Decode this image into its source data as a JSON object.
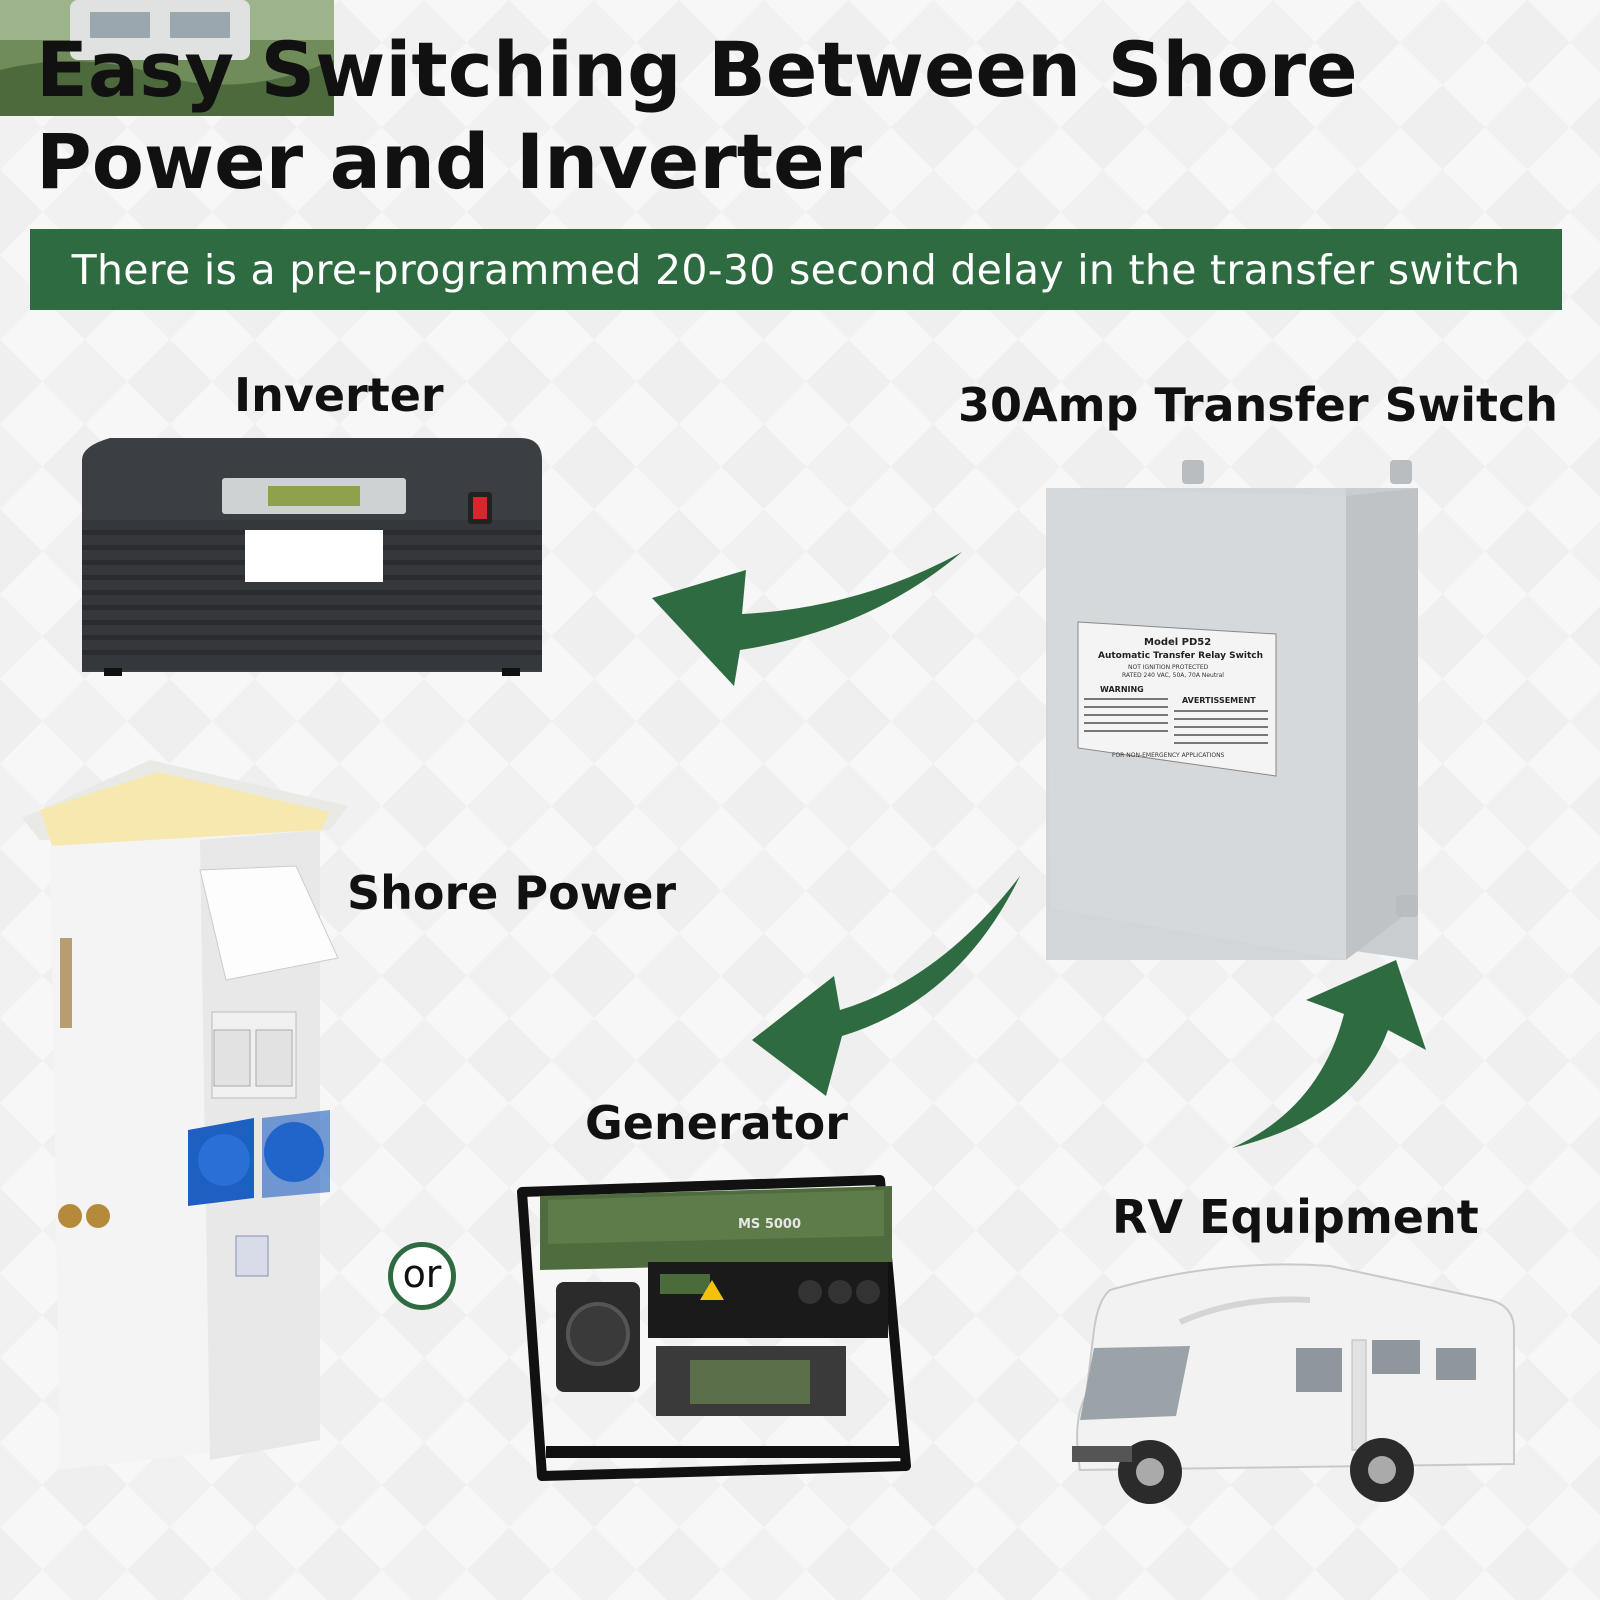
{
  "header": {
    "title": "Easy Switching Between Shore Power and Inverter",
    "banner": "There is a pre-programmed 20-30 second delay in the transfer switch"
  },
  "labels": {
    "inverter": "Inverter",
    "transfer_switch": "30Amp Transfer Switch",
    "shore_power": "Shore Power",
    "generator": "Generator",
    "rv_equipment": "RV Equipment",
    "or": "or"
  },
  "switch_label": {
    "model": "Model PD52",
    "name": "Automatic Transfer Relay Switch",
    "line1": "NOT IGNITION PROTECTED",
    "line2": "RATED 240 VAC, 50A, 70A Neutral",
    "warning": "WARNING",
    "avertissement": "AVERTISSEMENT",
    "footer": "FOR NON-EMERGENCY APPLICATIONS"
  },
  "generator_label": "MS 5000",
  "colors": {
    "accent_green": "#2e6b41",
    "banner_text": "#ffffff"
  }
}
